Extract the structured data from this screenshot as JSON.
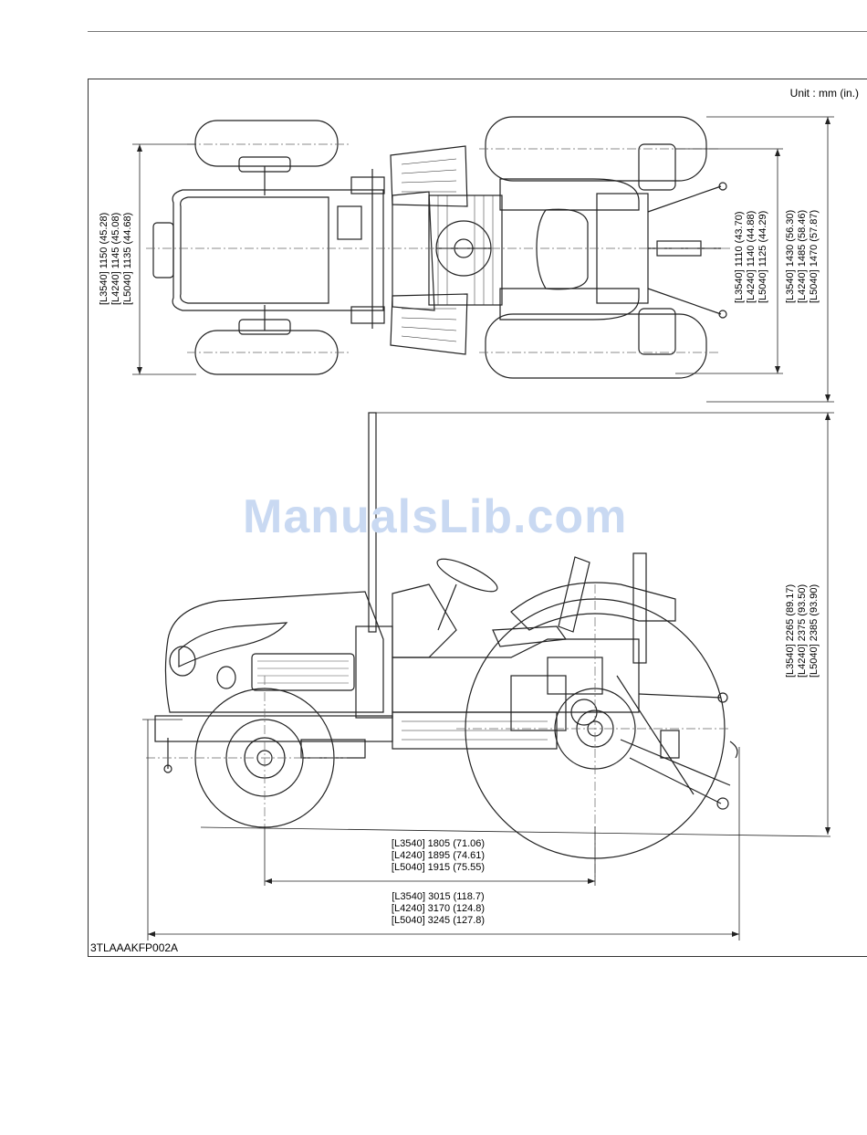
{
  "unit_label": "Unit : mm (in.)",
  "figure_code": "3TLAAAKFP002A",
  "watermark": "ManualsLib.com",
  "dimensions": {
    "front_tread": [
      "[L3540] 1150 (45.28)",
      "[L4240] 1145 (45.08)",
      "[L5040] 1135 (44.68)"
    ],
    "rear_tread": [
      "[L3540] 1110 (43.70)",
      "[L4240] 1140 (44.88)",
      "[L5040] 1125 (44.29)"
    ],
    "overall_width": [
      "[L3540] 1430 (56.30)",
      "[L4240] 1485 (58.46)",
      "[L5040] 1470 (57.87)"
    ],
    "overall_height": [
      "[L3540] 2265 (89.17)",
      "[L4240] 2375 (93.50)",
      "[L5040] 2385 (93.90)"
    ],
    "wheelbase": [
      "[L3540] 1805 (71.06)",
      "[L4240] 1895 (74.61)",
      "[L5040] 1915 (75.55)"
    ],
    "overall_length": [
      "[L3540] 3015 (118.7)",
      "[L4240] 3170 (124.8)",
      "[L5040] 3245 (127.8)"
    ]
  }
}
